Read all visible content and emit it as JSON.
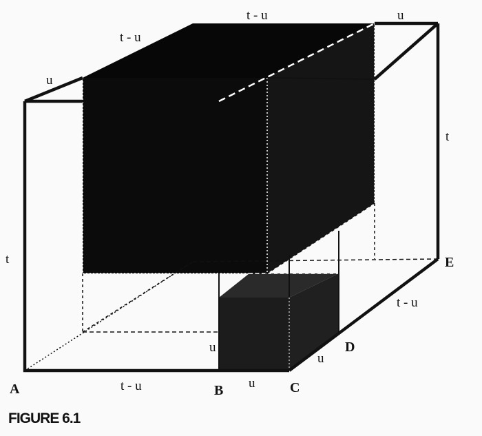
{
  "figure": {
    "caption": "FIGURE 6.1",
    "vertices": {
      "A": "A",
      "B": "B",
      "C": "C",
      "D": "D",
      "E": "E"
    },
    "edge_labels": {
      "top_back_middle": "t - u",
      "top_back_right": "u",
      "top_left_upper": "t - u",
      "top_left_lower": "u",
      "right_side": "t",
      "left_side": "t",
      "bottom_front_ab": "t - u",
      "bottom_front_bc": "u",
      "small_cube_height": "u",
      "bottom_right_cd": "u",
      "bottom_right_de": "t - u"
    }
  }
}
